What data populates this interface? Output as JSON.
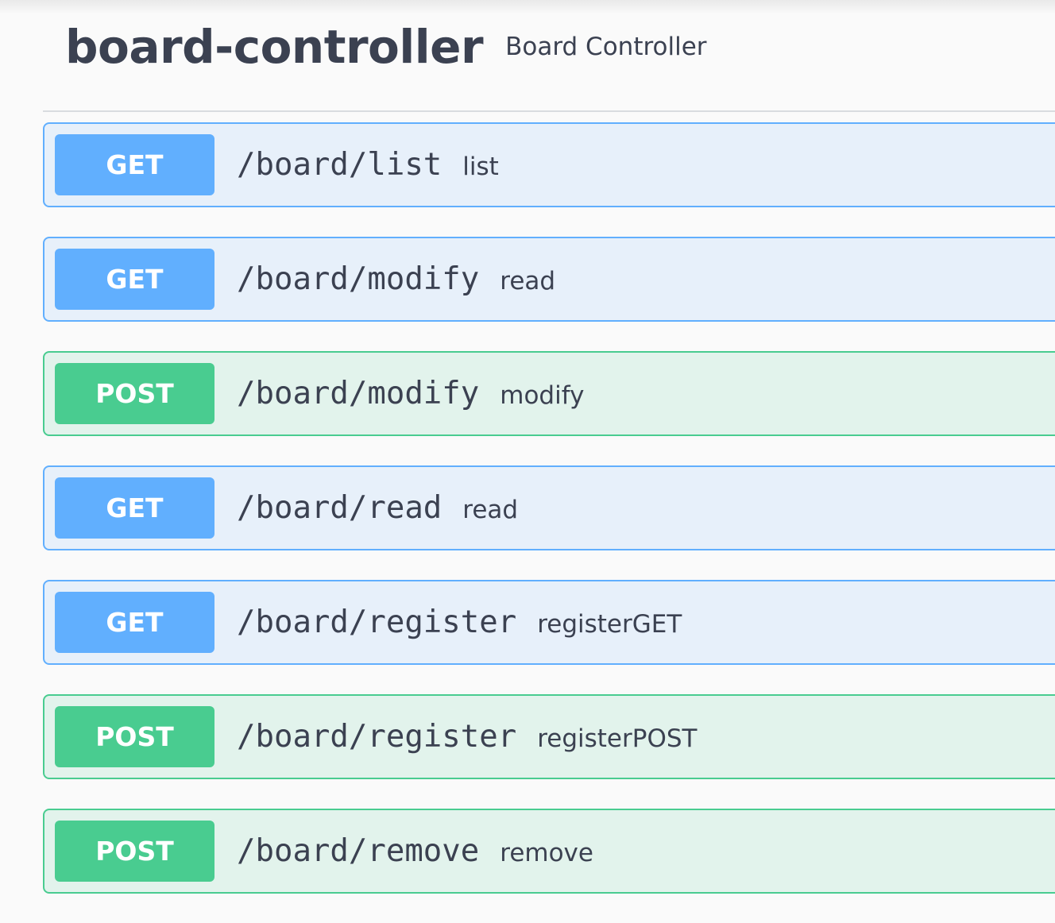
{
  "tag": {
    "name": "board-controller",
    "description": "Board Controller"
  },
  "operations": [
    {
      "method": "GET",
      "path": "/board/list",
      "summary": "list"
    },
    {
      "method": "GET",
      "path": "/board/modify",
      "summary": "read"
    },
    {
      "method": "POST",
      "path": "/board/modify",
      "summary": "modify"
    },
    {
      "method": "GET",
      "path": "/board/read",
      "summary": "read"
    },
    {
      "method": "GET",
      "path": "/board/register",
      "summary": "registerGET"
    },
    {
      "method": "POST",
      "path": "/board/register",
      "summary": "registerPOST"
    },
    {
      "method": "POST",
      "path": "/board/remove",
      "summary": "remove"
    }
  ],
  "colors": {
    "get": "#61affe",
    "post": "#49cc90",
    "text": "#3b4151"
  }
}
